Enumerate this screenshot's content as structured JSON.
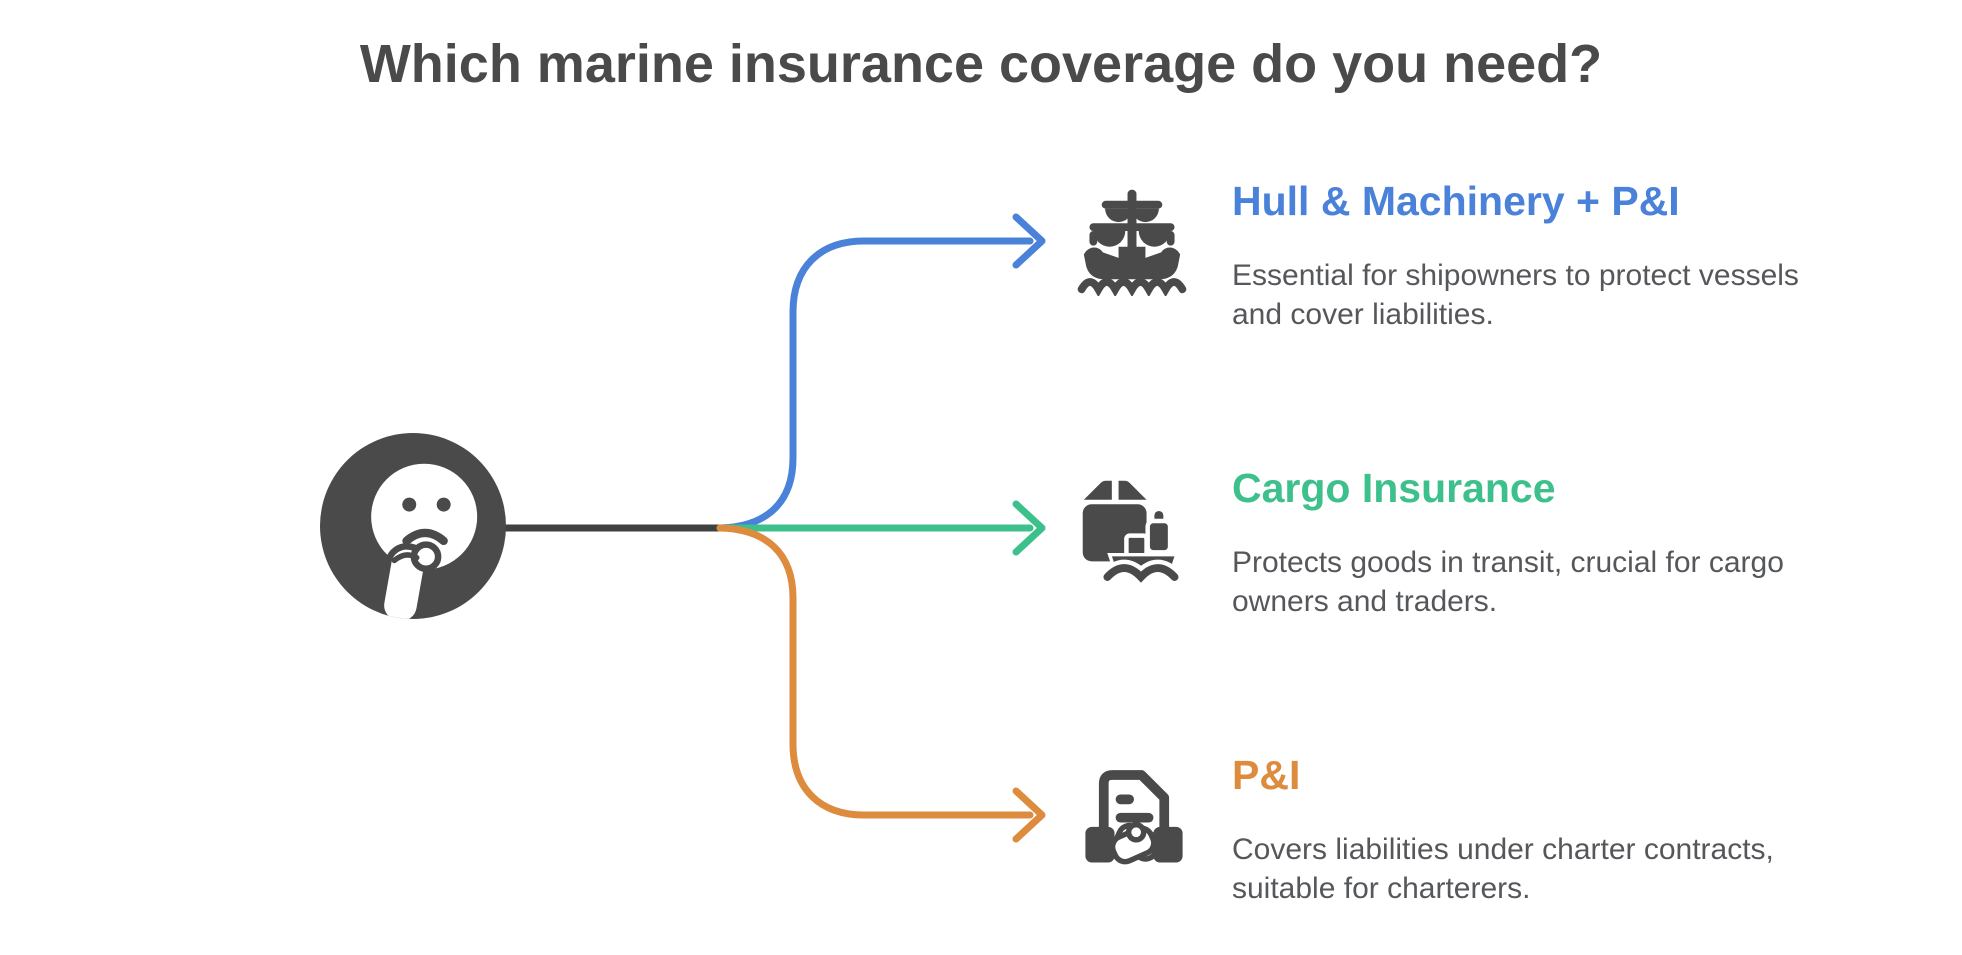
{
  "title": "Which marine insurance coverage do you need?",
  "colors": {
    "dark": "#4A4A4A",
    "stem": "#3F4040",
    "description_text": "#55575A",
    "background": "#FFFFFF",
    "blue": "#4A81D9",
    "green": "#3EC08C",
    "orange": "#DD8B3D"
  },
  "thinker": {
    "icon": "thinking-face-icon"
  },
  "branches": [
    {
      "label": "Hull & Machinery + P&I",
      "description": "Essential for shipowners to protect vessels\nand cover liabilities.",
      "color": "#4A81D9",
      "icon": "ship-icon"
    },
    {
      "label": "Cargo Insurance",
      "description": "Protects goods in transit, crucial for cargo\nowners and traders.",
      "color": "#3EC08C",
      "icon": "cargo-ship-icon"
    },
    {
      "label": "P&I",
      "description": "Covers liabilities under charter contracts,\nsuitable for charterers.",
      "color": "#DD8B3D",
      "icon": "contract-handshake-icon"
    }
  ]
}
